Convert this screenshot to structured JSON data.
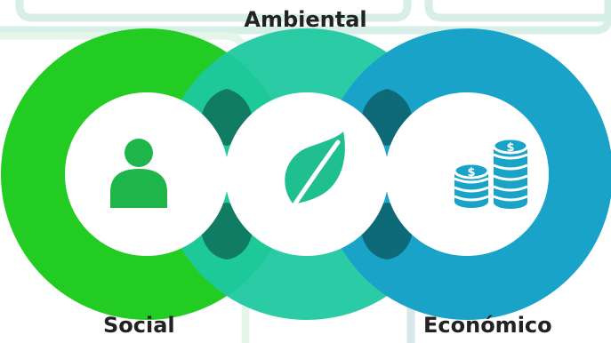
{
  "labels": {
    "ambiental": "Ambiental",
    "social": "Social",
    "economico": "Económico"
  },
  "colors": {
    "social_ring": "#22cc22",
    "ambiental_ring": "#1fc8a0",
    "economico_ring": "#1aa3c8",
    "overlap": "#0f6e5a",
    "social_icon": "#1eb54a",
    "ambiental_icon": "#1fbf8f",
    "economico_icon": "#1aa3c8",
    "background_lines": "#d7efe6"
  },
  "icons": {
    "social": "person-icon",
    "ambiental": "leaf-icon",
    "economico": "coins-icon"
  }
}
